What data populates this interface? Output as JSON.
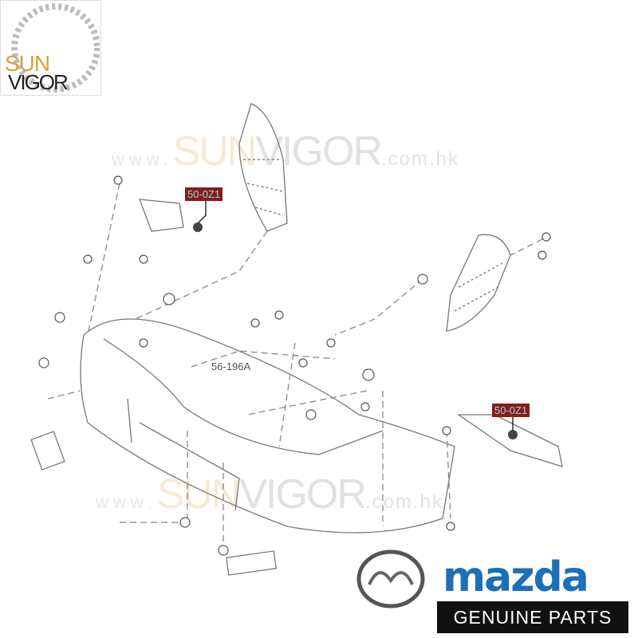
{
  "logo": {
    "sun": "SUN",
    "vigor": "VIGOR"
  },
  "watermarks": [
    {
      "www": "www.",
      "sun": "SUN",
      "vigor": "VIGOR",
      "domain": ".com.hk"
    },
    {
      "www": "www.",
      "sun": "SUN",
      "vigor": "VIGOR",
      "domain": ".com.hk"
    }
  ],
  "callouts": [
    {
      "part_no": "50-0Z1"
    },
    {
      "part_no": "50-0Z1"
    }
  ],
  "labels": {
    "ref": "56-196A"
  },
  "brand": {
    "wordmark": "mazda",
    "tagline": "GENUINE PARTS",
    "color": "#1d6fb8"
  }
}
